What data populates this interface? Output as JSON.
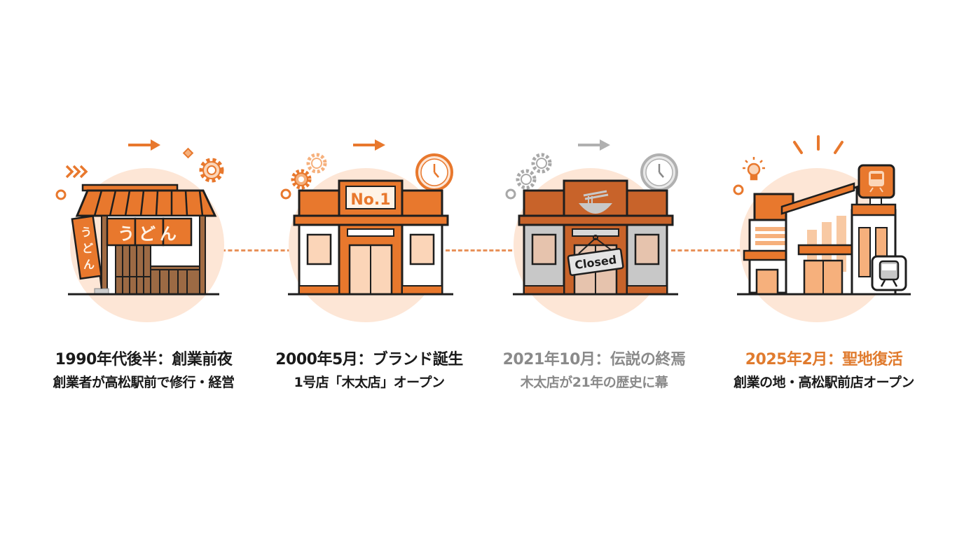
{
  "colors": {
    "accent": "#e8782d",
    "accent_dark": "#c8632a",
    "accent_light": "#f6b07c",
    "circle_bg": "#fde6d6",
    "muted_text": "#8a8a8a",
    "highlight_text": "#e07b2e",
    "outline": "#1e1e1e",
    "wood": "#8b5a36",
    "gray_icon": "#b0b0b0"
  },
  "timeline": {
    "steps": [
      {
        "title": "1990年代後半：創業前夜",
        "subtitle": "創業者が高松駅前で修行・経営",
        "illustration": "udon-shop",
        "noren_text": "うどん",
        "banner_text": "うどん",
        "icons": [
          "arrow-right-icon",
          "chevrons-icon",
          "gear-icon",
          "diamond-icon",
          "circle-icon"
        ],
        "state": "normal"
      },
      {
        "title": "2000年5月：ブランド誕生",
        "subtitle": "1号店「木太店」オープン",
        "illustration": "store-no1",
        "sign_text": "No.1",
        "icons": [
          "arrow-right-icon",
          "gears-icon",
          "clock-icon",
          "circle-icon"
        ],
        "state": "normal"
      },
      {
        "title": "2021年10月：伝説の終焉",
        "subtitle": "木太店が21年の歴史に幕",
        "illustration": "store-closed",
        "sign_text": "Closed",
        "icons": [
          "arrow-right-icon",
          "gears-icon",
          "clock-icon",
          "circle-icon",
          "noodle-bowl-icon"
        ],
        "state": "muted"
      },
      {
        "title": "2025年2月：聖地復活",
        "subtitle": "創業の地・高松駅前店オープン",
        "illustration": "station-store",
        "icons": [
          "lightbulb-icon",
          "burst-icon",
          "train-sign-icon",
          "train-icon",
          "circle-icon"
        ],
        "state": "highlight"
      }
    ]
  }
}
